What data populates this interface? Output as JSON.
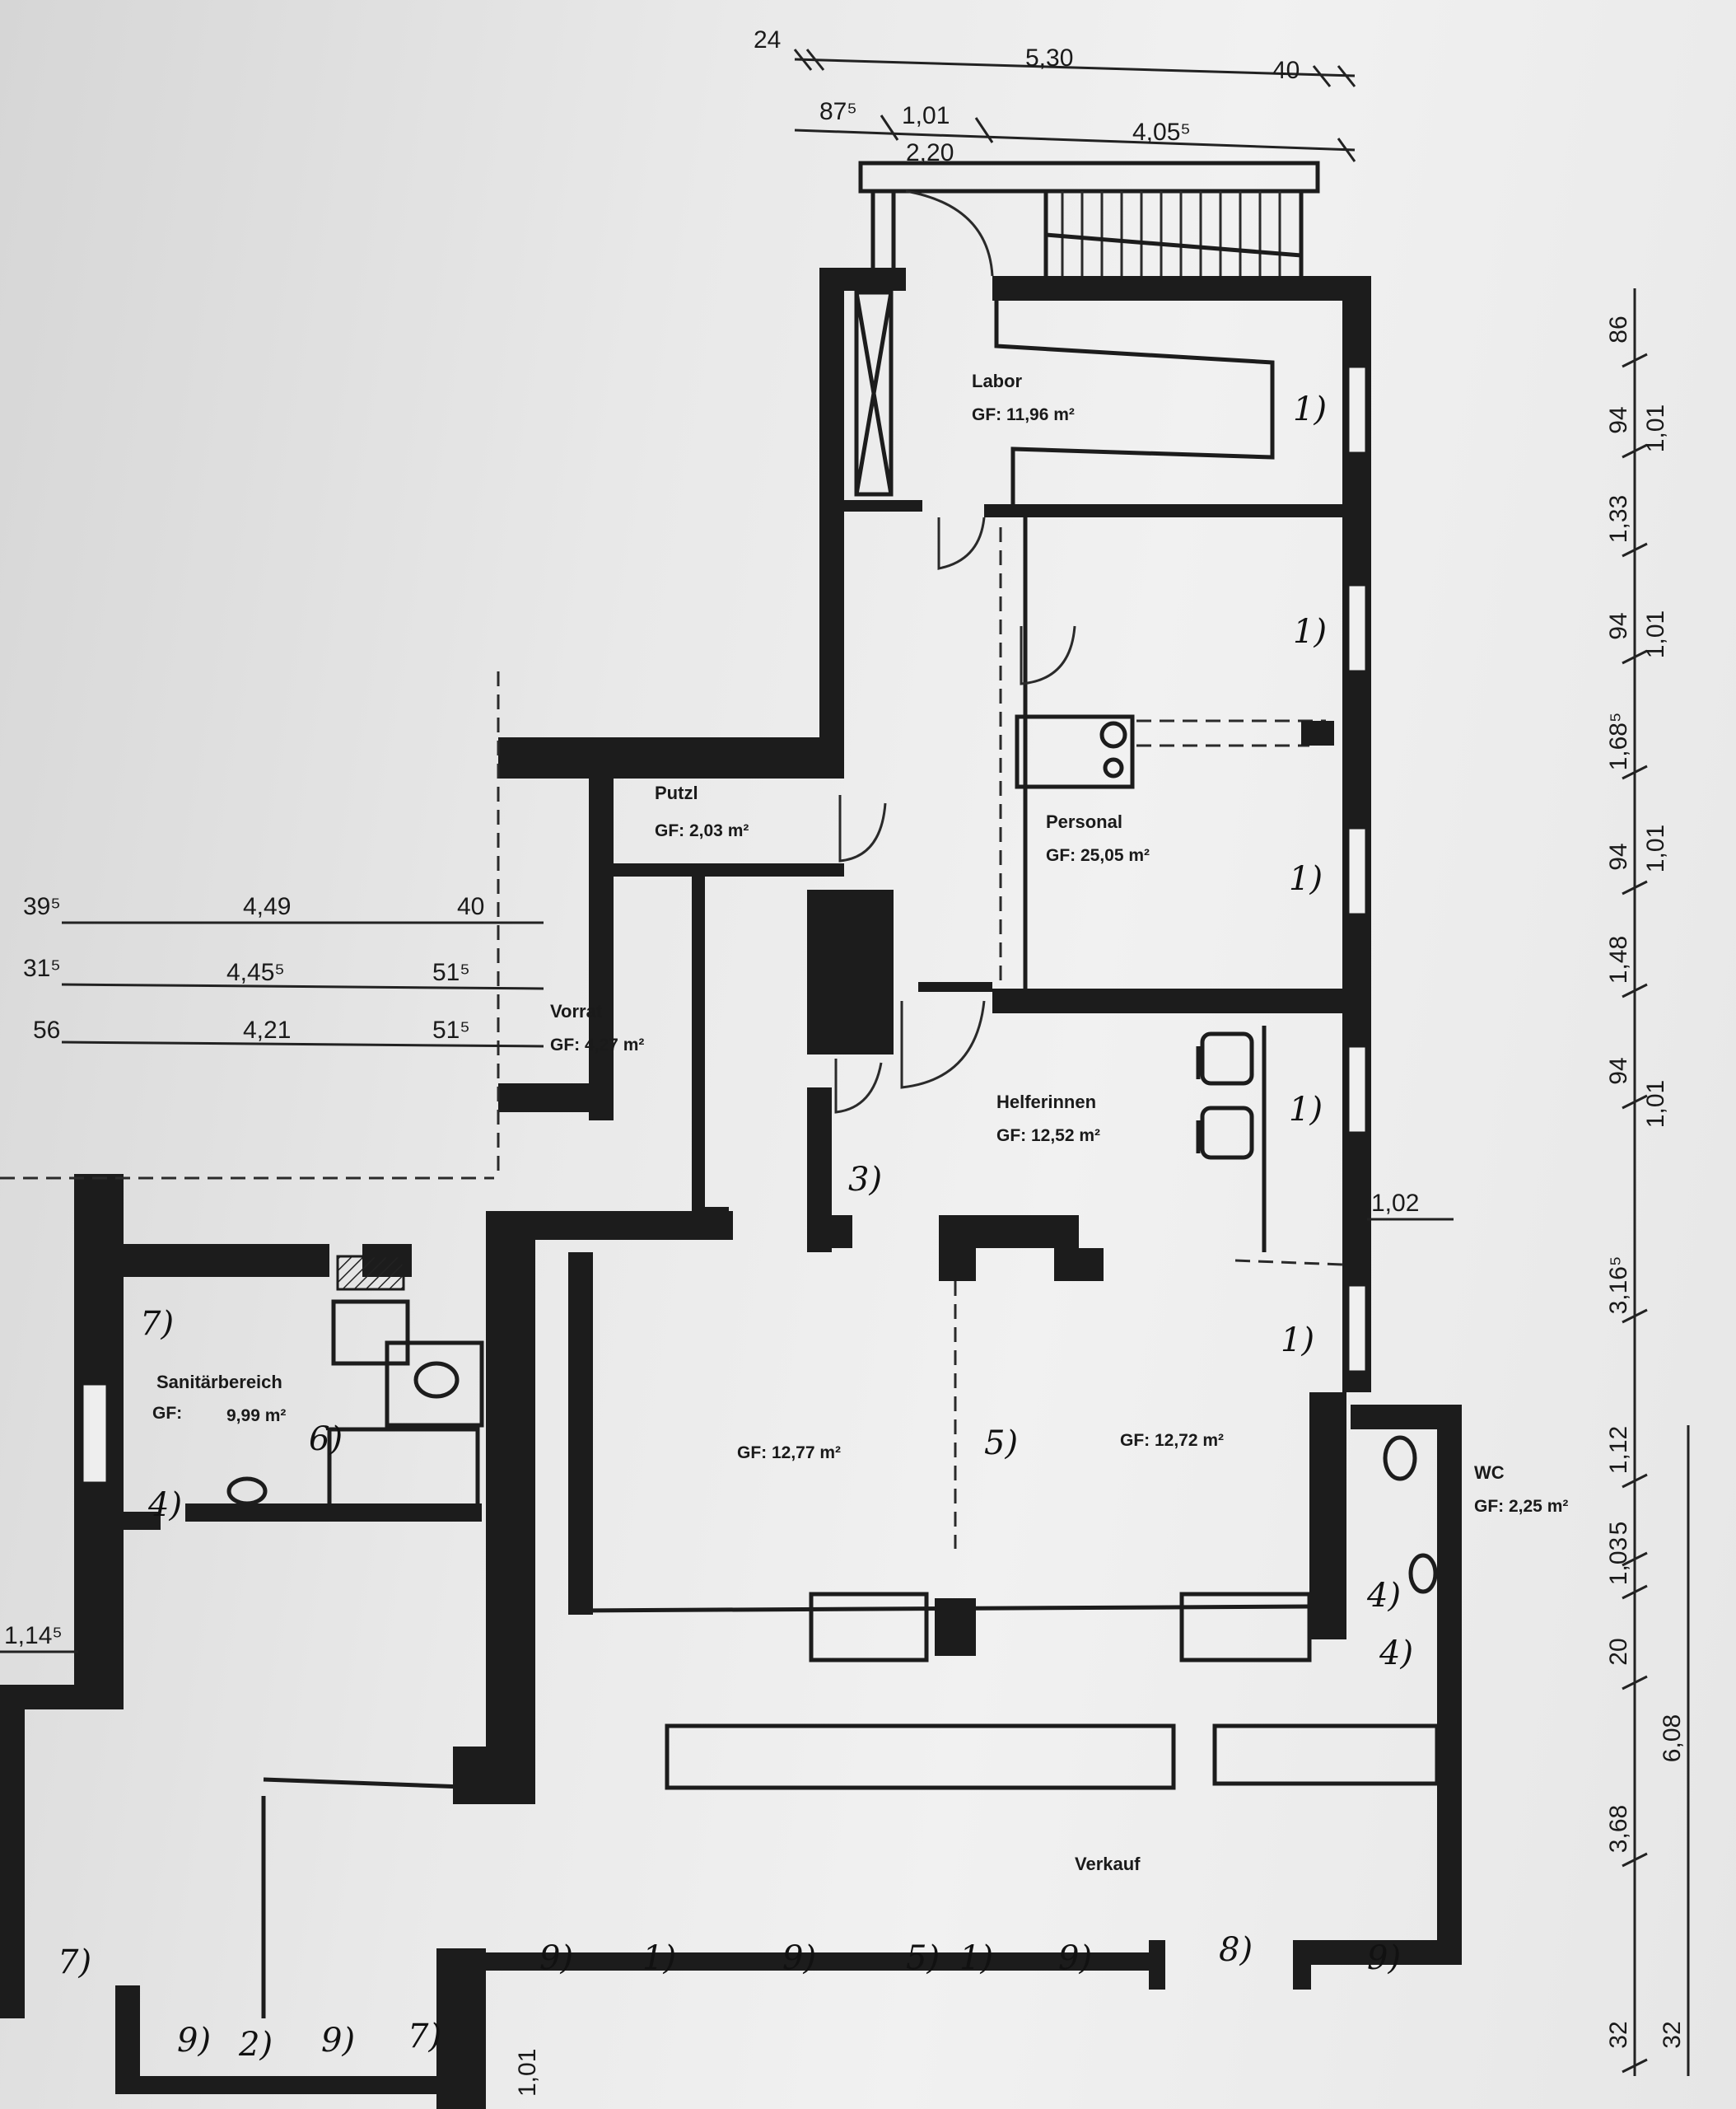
{
  "rooms": {
    "labor": {
      "name": "Labor",
      "area": "GF: 11,96 m²"
    },
    "personal": {
      "name": "Personal",
      "area": "GF: 25,05 m²"
    },
    "putz": {
      "name": "Putzl",
      "area": "GF: 2,03 m²"
    },
    "vorrat": {
      "name": "Vorrat",
      "area": "GF: 4,27 m²"
    },
    "helferinnen": {
      "name": "Helferinnen",
      "area": "GF: 12,52 m²"
    },
    "sanitaer": {
      "name": "Sanitärbereich",
      "area_prefix": "GF:",
      "area": "9,99 m²"
    },
    "room_left": {
      "area": "GF: 12,77 m²"
    },
    "room_right": {
      "area": "GF: 12,72 m²"
    },
    "wc": {
      "name": "WC",
      "area": "GF: 2,25 m²"
    },
    "verkauf": {
      "name": "Verkauf"
    }
  },
  "dims_top": {
    "row1": [
      "24",
      "5,30",
      "40"
    ],
    "row2": [
      "87⁵",
      "1,01",
      "2,20",
      "4,05⁵"
    ]
  },
  "dims_left": {
    "row1": [
      "39⁵",
      "4,49",
      "40"
    ],
    "row2": [
      "31⁵",
      "4,45⁵",
      "51⁵"
    ],
    "row3": [
      "56",
      "4,21",
      "51⁵"
    ]
  },
  "dims_right_inner": [
    "86",
    "94",
    "1,33",
    "94",
    "1,68⁵",
    "94",
    "1,48",
    "94",
    "3,16⁵",
    "1,12",
    "5",
    "1,03",
    "20",
    "3,68",
    "32"
  ],
  "dims_right_outer": [
    "1,01",
    "1,01",
    "1,01",
    "1,01",
    "6,08",
    "32"
  ],
  "dims_misc": {
    "helfer_wall": "1,02",
    "left_edge": "1,14⁵",
    "bottom": "1,01"
  },
  "annotations": {
    "one": "1)",
    "three": "3)",
    "four": "4)",
    "five": "5)",
    "six": "6)",
    "seven": "7)",
    "eight": "8)",
    "nine": "9)",
    "two": "2)"
  }
}
